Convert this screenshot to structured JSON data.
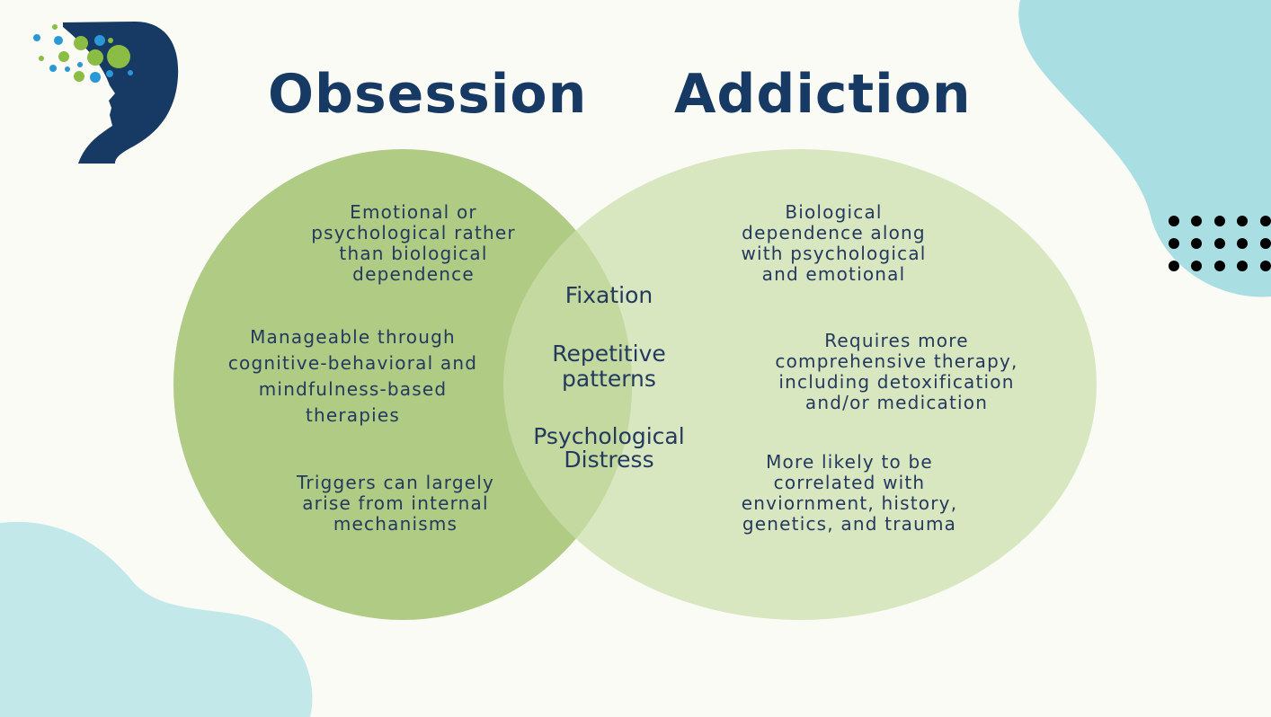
{
  "titles": {
    "left": "Obsession",
    "right": "Addiction"
  },
  "obsession": [
    "Emotional or psychological rather than biological dependence",
    "Manageable through cognitive-behavioral and mindfulness-based therapies",
    "Triggers can largely arise from internal mechanisms"
  ],
  "overlap": [
    "Fixation",
    "Repetitive patterns",
    "Psychological Distress"
  ],
  "addiction": [
    "Biological dependence along with psychological and emotional",
    "Requires more comprehensive therapy, including detoxification and/or medication",
    "More likely to be correlated with enviornment, history, genetics, and trauma"
  ],
  "colors": {
    "navy": "#163a63",
    "obsession": "#afcb84",
    "addiction": "#d9e7c0",
    "overlap": "#c4d9a0",
    "blob_top": "#a9dfe3",
    "blob_bottom": "#c2e8ea"
  }
}
